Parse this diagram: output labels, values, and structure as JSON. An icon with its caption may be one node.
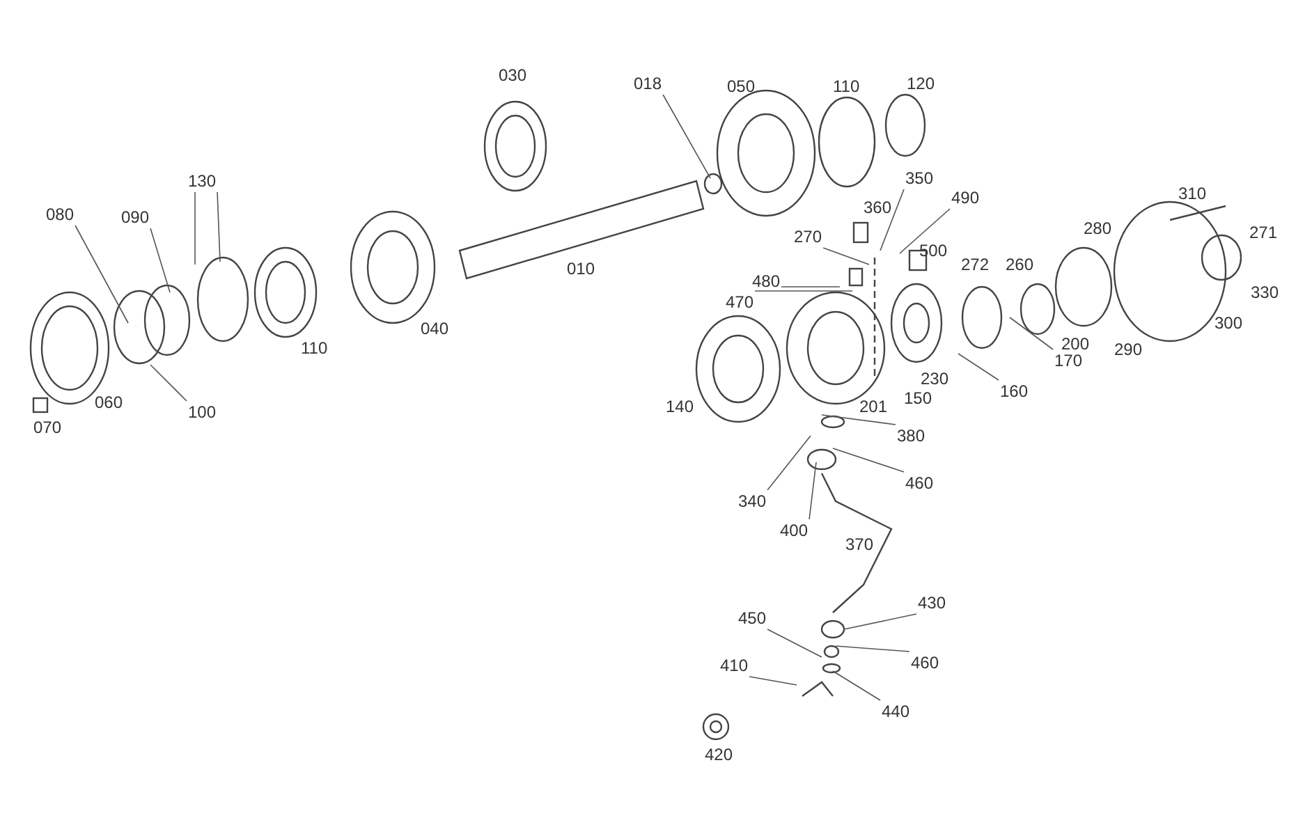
{
  "diagram": {
    "nodes": [
      {
        "text": [
          "018"
        ]
      },
      {
        "text": [
          "080"
        ]
      },
      {
        "text": [
          "090"
        ]
      },
      {
        "text": [
          "100"
        ]
      },
      {
        "text": [
          "130"
        ]
      },
      {
        "text": [
          "350"
        ]
      },
      {
        "text": [
          "490"
        ]
      },
      {
        "text": [
          "270"
        ]
      },
      {
        "text": [
          "480"
        ]
      },
      {
        "text": [
          "470"
        ]
      },
      {
        "text": [
          "160"
        ]
      },
      {
        "text": [
          "170"
        ]
      },
      {
        "text": [
          "380"
        ]
      },
      {
        "text": [
          "460"
        ]
      },
      {
        "text": [
          "340"
        ]
      },
      {
        "text": [
          "400"
        ]
      },
      {
        "text": [
          "430"
        ]
      },
      {
        "text": [
          "460"
        ]
      },
      {
        "text": [
          "450"
        ]
      },
      {
        "text": [
          "410"
        ]
      },
      {
        "text": [
          "440"
        ]
      }
    ],
    "edges": [
      {
        "from": 0,
        "to": null,
        "arrow": "none"
      },
      {
        "from": 1,
        "to": null,
        "arrow": "none"
      },
      {
        "from": 2,
        "to": null,
        "arrow": "none"
      },
      {
        "from": 3,
        "to": null,
        "arrow": "none"
      },
      {
        "from": 4,
        "to": null,
        "arrow": "none"
      },
      {
        "from": 4,
        "to": null,
        "arrow": "none"
      },
      {
        "from": 5,
        "to": null,
        "arrow": "none"
      },
      {
        "from": 6,
        "to": null,
        "arrow": "none"
      },
      {
        "from": 7,
        "to": null,
        "arrow": "none"
      },
      {
        "from": 8,
        "to": null,
        "arrow": "none"
      },
      {
        "from": 9,
        "to": null,
        "arrow": "none"
      },
      {
        "from": 10,
        "to": null,
        "arrow": "none"
      },
      {
        "from": 11,
        "to": null,
        "arrow": "none"
      },
      {
        "from": 12,
        "to": null,
        "arrow": "none"
      },
      {
        "from": 13,
        "to": null,
        "arrow": "none"
      },
      {
        "from": 14,
        "to": null,
        "arrow": "none"
      },
      {
        "from": 15,
        "to": null,
        "arrow": "none"
      },
      {
        "from": 16,
        "to": null,
        "arrow": "none"
      },
      {
        "from": 17,
        "to": null,
        "arrow": "none"
      },
      {
        "from": 18,
        "to": null,
        "arrow": "none"
      },
      {
        "from": 19,
        "to": null,
        "arrow": "none"
      },
      {
        "from": 20,
        "to": null,
        "arrow": "none"
      }
    ],
    "labels": [
      "030",
      "050",
      "110",
      "120",
      "010",
      "360",
      "310",
      "280",
      "271",
      "500",
      "330",
      "272",
      "260",
      "040",
      "110",
      "200",
      "290",
      "300",
      "230",
      "150",
      "201",
      "140",
      "060",
      "070",
      "370",
      "420"
    ]
  }
}
